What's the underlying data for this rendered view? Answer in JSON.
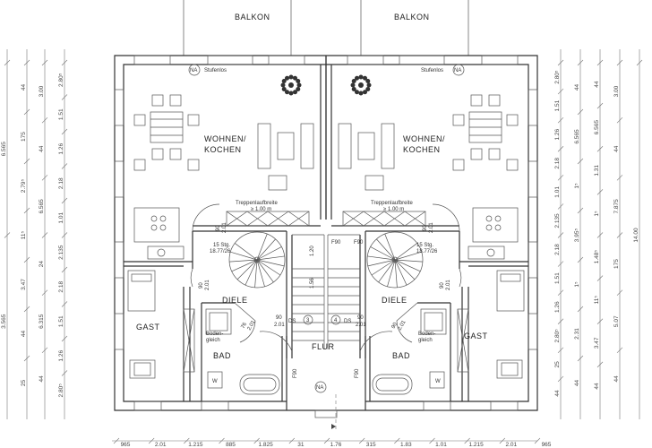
{
  "labels": {
    "balcony_left": "BALKON",
    "balcony_right": "BALKON",
    "living_left": [
      "WOHNEN/",
      "KOCHEN"
    ],
    "living_right": [
      "WOHNEN/",
      "KOCHEN"
    ],
    "guest_left": "GAST",
    "guest_right": "GAST",
    "hall_left": "DIELE",
    "hall_right": "DIELE",
    "bath_left": "BAD",
    "bath_right": "BAD",
    "corridor": "FLUR",
    "step_free_left": "Stufenlos",
    "step_free_right": "Stufenlos",
    "na_left": "NA",
    "na_right": "NA",
    "na_bottom": "NA",
    "floor_level_left": [
      "Boden-",
      "gleich"
    ],
    "floor_level_right": [
      "Boden-",
      "gleich"
    ],
    "stair_width_left": [
      "Treppenlaufbreite",
      "≥ 1.00 m"
    ],
    "stair_width_right": [
      "Treppenlaufbreite",
      "≥ 1.00 m"
    ],
    "stair_steps_left": [
      "15 Stg.",
      "18.77/26"
    ],
    "stair_steps_right": [
      "15 Stg.",
      "18.77/26"
    ],
    "fire_left": "F90",
    "fire_right": "F90",
    "fire_flur_left": "F90",
    "fire_flur_right": "F90",
    "stair_run_1": "1.20",
    "stair_run_2": "1.56",
    "door_ds_left": [
      "90",
      "2.01",
      "DS"
    ],
    "door_ds_right": [
      "90",
      "2.01",
      "DS"
    ],
    "door_hall_left_upper": [
      "90",
      "2.01"
    ],
    "door_hall_left_lower": [
      "90",
      "2.01"
    ],
    "door_hall_right_upper": [
      "90",
      "2.01"
    ],
    "door_hall_right_lower": [
      "90",
      "2.01"
    ],
    "door_bath_left": [
      "76",
      "2.01"
    ],
    "door_bath_right": [
      "90",
      "2.01"
    ],
    "stair_number_left": "3",
    "stair_number_right": "4",
    "wc_left": "W",
    "wc_right": "W"
  },
  "dimensions": {
    "left": [
      [
        "6.565",
        "3.565"
      ],
      [
        "44",
        "175",
        "2.79⁵",
        "11⁵",
        "3.47",
        "44",
        "25"
      ],
      [
        "3.00",
        "44",
        "6.565",
        "24",
        "6.315",
        "44"
      ],
      [
        "2.80⁵",
        "1.51",
        "1.26",
        "2.18",
        "1.01",
        "2.135",
        "2.18",
        "1.51",
        "1.26",
        "2.80⁵"
      ]
    ],
    "right": [
      [
        "2.80⁵",
        "1.51",
        "1.26",
        "2.18",
        "1.01",
        "2.135",
        "2.18",
        "1.51",
        "1.26",
        "2.80⁵",
        "25",
        "44"
      ],
      [
        "44",
        "6.565",
        "1⁵",
        "3.95⁵",
        "1⁵",
        "2.31",
        "44"
      ],
      [
        "44",
        "6.565",
        "1.31",
        "1⁵",
        "1.48⁵",
        "11⁵",
        "3.47",
        "44"
      ],
      [
        "3.00",
        "44",
        "7.875",
        "175",
        "5.07",
        "44"
      ],
      [
        "14.00"
      ]
    ],
    "bottom": [
      "965",
      "2.01",
      "1.215",
      "885",
      "1.825",
      "31",
      "1.76",
      "315",
      "1.83",
      "1.01",
      "1.215",
      "2.01",
      "965"
    ]
  }
}
